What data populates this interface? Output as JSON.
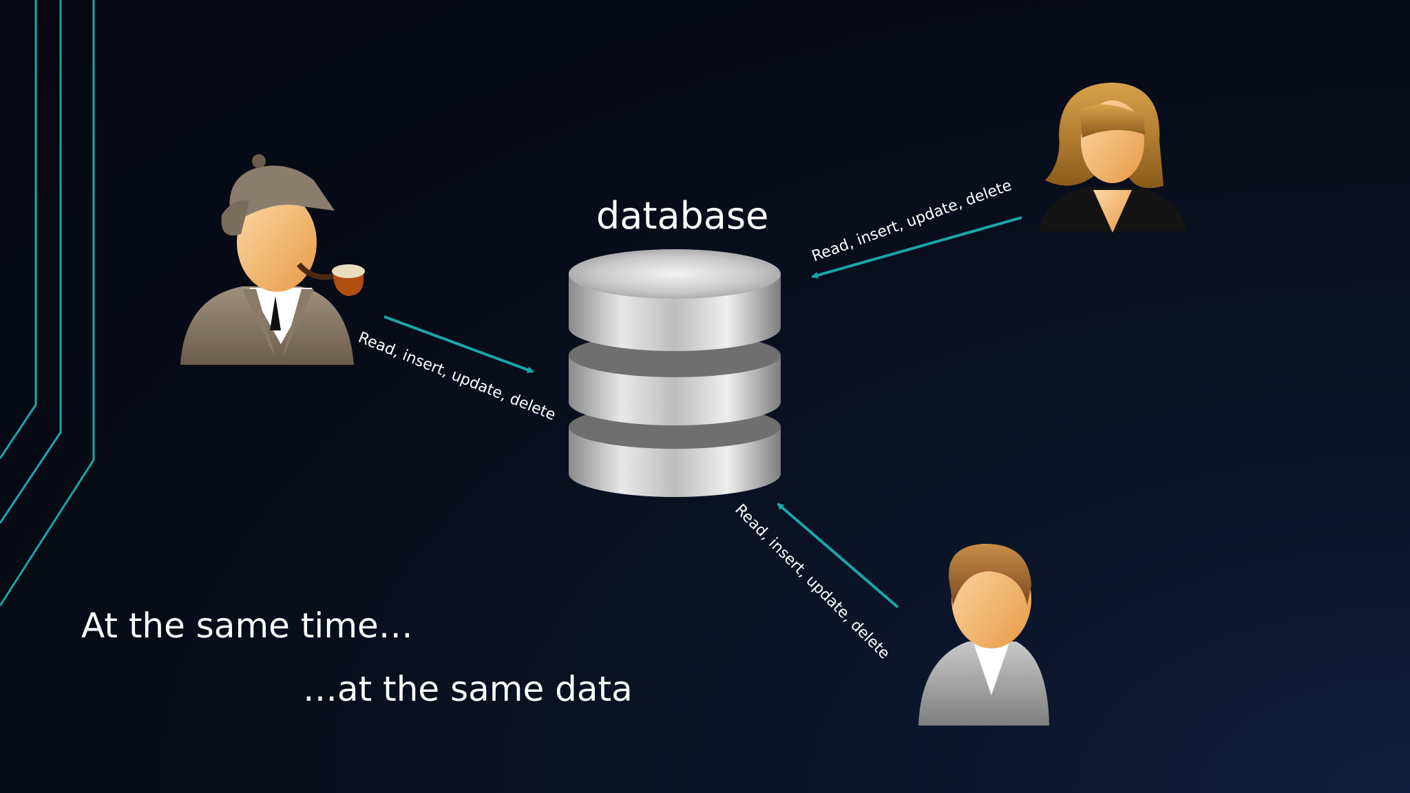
{
  "diagram": {
    "database_label": "database",
    "edge_label": "Read, insert, update, delete",
    "caption_line_1": "At the same time…",
    "caption_line_2": "…at the same data"
  },
  "actors": [
    {
      "icon": "detective-user-icon"
    },
    {
      "icon": "female-user-icon"
    },
    {
      "icon": "male-user-icon"
    }
  ],
  "colors": {
    "background": "#070b17",
    "accent": "#1aa6a6",
    "text": "#ffffff"
  }
}
